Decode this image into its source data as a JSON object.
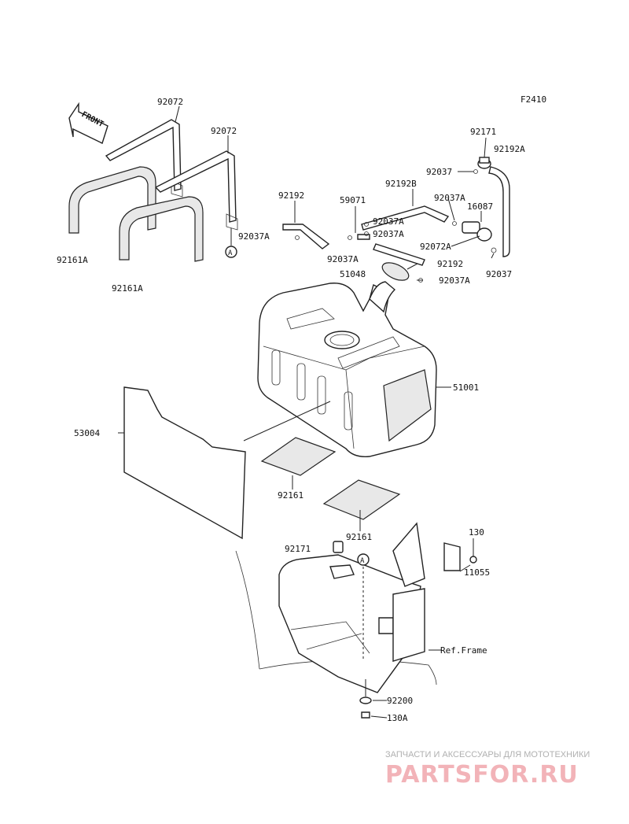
{
  "diagram": {
    "code": "F2410",
    "front_label": "FRONT",
    "ref_circle": "A",
    "parts": [
      {
        "id": "p92072a",
        "label": "92072"
      },
      {
        "id": "p92072b",
        "label": "92072"
      },
      {
        "id": "p92161Aa",
        "label": "92161A"
      },
      {
        "id": "p92161Ab",
        "label": "92161A"
      },
      {
        "id": "p92192",
        "label": "92192"
      },
      {
        "id": "p92037A1",
        "label": "92037A"
      },
      {
        "id": "p59071",
        "label": "59071"
      },
      {
        "id": "p92192B",
        "label": "92192B"
      },
      {
        "id": "p92037A2",
        "label": "92037A"
      },
      {
        "id": "p92037A3",
        "label": "92037A"
      },
      {
        "id": "p92037A4",
        "label": "92037A"
      },
      {
        "id": "p92171",
        "label": "92171"
      },
      {
        "id": "p92192A",
        "label": "92192A"
      },
      {
        "id": "p92037a",
        "label": "92037"
      },
      {
        "id": "p92037A5",
        "label": "92037A"
      },
      {
        "id": "p16087",
        "label": "16087"
      },
      {
        "id": "p92072A",
        "label": "92072A"
      },
      {
        "id": "p92037b",
        "label": "92037"
      },
      {
        "id": "p92192c",
        "label": "92192"
      },
      {
        "id": "p51048",
        "label": "51048"
      },
      {
        "id": "p92037A6",
        "label": "92037A"
      },
      {
        "id": "p51001",
        "label": "51001"
      },
      {
        "id": "p53004",
        "label": "53004"
      },
      {
        "id": "p92161a",
        "label": "92161"
      },
      {
        "id": "p92161b",
        "label": "92161"
      },
      {
        "id": "p130",
        "label": "130"
      },
      {
        "id": "p92171b",
        "label": "92171"
      },
      {
        "id": "p11055",
        "label": "11055"
      },
      {
        "id": "pRef",
        "label": "Ref.Frame"
      },
      {
        "id": "p92200",
        "label": "92200"
      },
      {
        "id": "p130A",
        "label": "130A"
      }
    ]
  },
  "watermark": {
    "tagline": "ЗАПЧАСТИ И АКСЕССУАРЫ ДЛЯ МОТОТЕХНИКИ",
    "logo": "PARTSFOR.RU"
  }
}
